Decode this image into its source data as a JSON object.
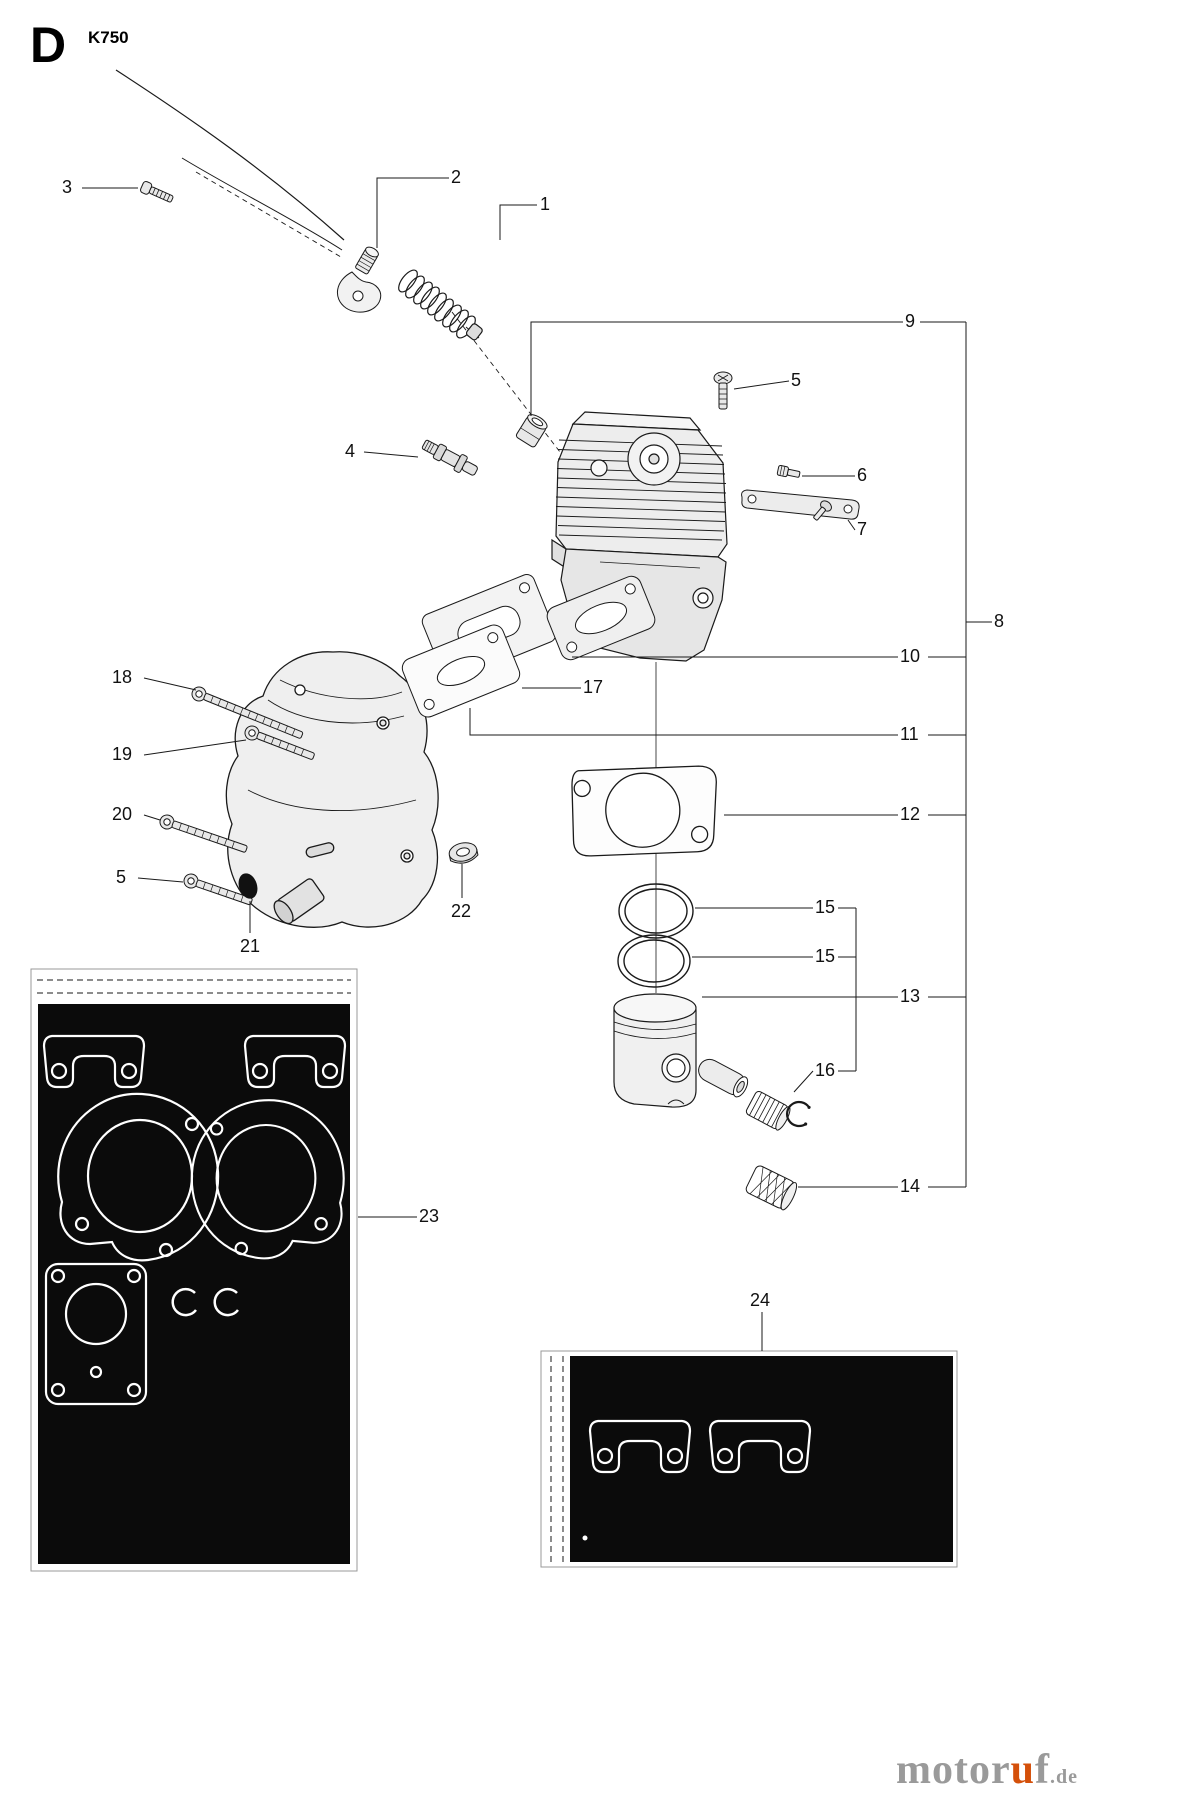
{
  "header": {
    "section_letter": "D",
    "model": "K750"
  },
  "callouts": [
    {
      "label": "3"
    },
    {
      "label": "2"
    },
    {
      "label": "1"
    },
    {
      "label": "9"
    },
    {
      "label": "5"
    },
    {
      "label": "4"
    },
    {
      "label": "6"
    },
    {
      "label": "7"
    },
    {
      "label": "8"
    },
    {
      "label": "10"
    },
    {
      "label": "17"
    },
    {
      "label": "18"
    },
    {
      "label": "19"
    },
    {
      "label": "11"
    },
    {
      "label": "20"
    },
    {
      "label": "12"
    },
    {
      "label": "5"
    },
    {
      "label": "22"
    },
    {
      "label": "21"
    },
    {
      "label": "15"
    },
    {
      "label": "15"
    },
    {
      "label": "13"
    },
    {
      "label": "16"
    },
    {
      "label": "14"
    },
    {
      "label": "23"
    },
    {
      "label": "24"
    }
  ],
  "watermark": {
    "gray1": "motor",
    "accent": "u",
    "gray2": "f",
    "suffix": ".de",
    "gray_color": "#9a9a9a",
    "accent_color": "#d4500a"
  },
  "diagram": {
    "line_color": "#1a1a1a",
    "bag_fill": "#0b0b0b"
  }
}
